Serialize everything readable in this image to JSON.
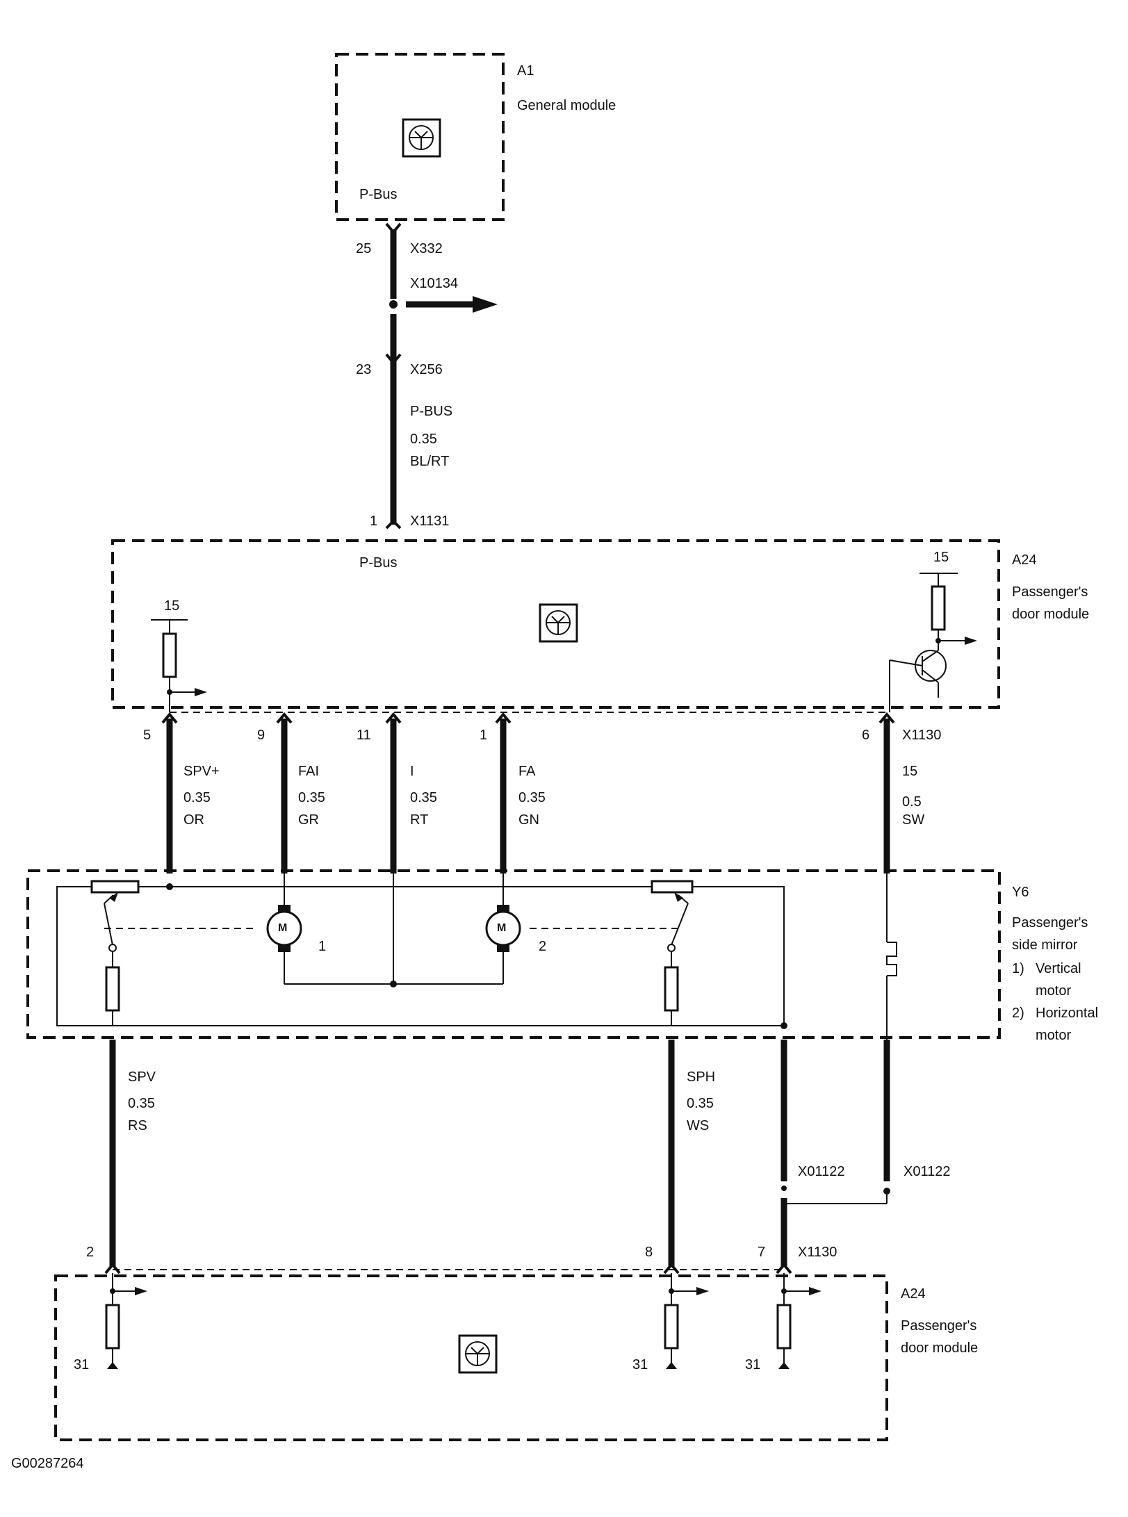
{
  "modules": {
    "a1": {
      "id": "A1",
      "name": "General module",
      "bus": "P-Bus"
    },
    "a24_top": {
      "id": "A24",
      "name_line1": "Passenger's",
      "name_line2": "door module",
      "bus": "P-Bus",
      "left_supply": "15",
      "right_supply": "15"
    },
    "y6": {
      "id": "Y6",
      "name_line1": "Passenger's",
      "name_line2": "side mirror",
      "item1_num": "1)",
      "item1_line1": "Vertical",
      "item1_line2": "motor",
      "item2_num": "2)",
      "item2_line1": "Horizontal",
      "item2_line2": "motor",
      "motor1_label": "1",
      "motor2_label": "2",
      "motor_symbol": "M"
    },
    "a24_bottom": {
      "id": "A24",
      "name_line1": "Passenger's",
      "name_line2": "door module",
      "ground1": "31",
      "ground2": "31",
      "ground3": "31"
    }
  },
  "bus_wire": {
    "pin_top": "25",
    "conn_top": "X332",
    "splice": "X10134",
    "pin_mid": "23",
    "conn_mid": "X256",
    "signal": "P-BUS",
    "size": "0.35",
    "color": "BL/RT",
    "pin_bottom": "1",
    "conn_bottom": "X1131"
  },
  "middle_wires": [
    {
      "pin": "5",
      "signal": "SPV+",
      "size": "0.35",
      "color": "OR"
    },
    {
      "pin": "9",
      "signal": "FAI",
      "size": "0.35",
      "color": "GR"
    },
    {
      "pin": "11",
      "signal": "I",
      "size": "0.35",
      "color": "RT"
    },
    {
      "pin": "1",
      "signal": "FA",
      "size": "0.35",
      "color": "GN"
    },
    {
      "pin": "6",
      "signal": "15",
      "size": "0.5",
      "color": "SW",
      "connector": "X1130"
    }
  ],
  "lower_wires": [
    {
      "pin": "2",
      "signal": "SPV",
      "size": "0.35",
      "color": "RS"
    },
    {
      "pin": "8",
      "signal": "SPH",
      "size": "0.35",
      "color": "WS"
    },
    {
      "pin": "7",
      "connector": "X1130",
      "splice": "X01122"
    },
    {
      "splice": "X01122"
    }
  ],
  "figure_id": "G00287264"
}
